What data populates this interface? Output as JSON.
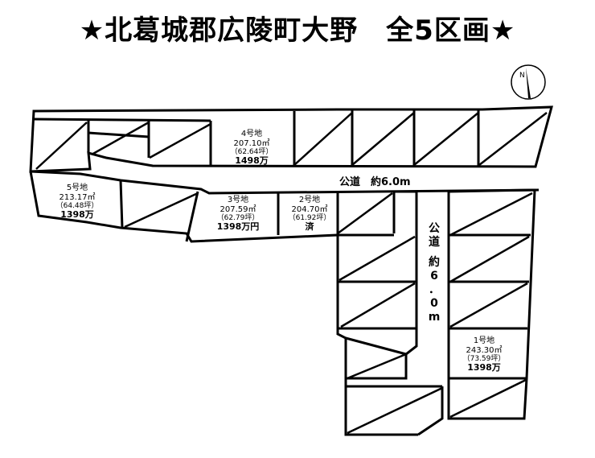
{
  "title": "★北葛城郡広陵町大野　全5区画★",
  "compass": {
    "label": "N",
    "icon": "north-arrow-icon"
  },
  "roads": {
    "horizontal": "公道　約6.0m",
    "vertical": [
      "公",
      "道",
      "",
      "約",
      "6",
      "．",
      "0",
      "m"
    ]
  },
  "lots": [
    {
      "id": "lot-1",
      "no": "1号地",
      "area": "243.30㎡",
      "tsubo": "（73.59坪）",
      "price": "1398万"
    },
    {
      "id": "lot-2",
      "no": "2号地",
      "area": "204.70㎡",
      "tsubo": "（61.92坪）",
      "price": "済"
    },
    {
      "id": "lot-3",
      "no": "3号地",
      "area": "207.59㎡",
      "tsubo": "（62.79坪）",
      "price": "1398万円"
    },
    {
      "id": "lot-4",
      "no": "4号地",
      "area": "207.10㎡",
      "tsubo": "（62.64坪）",
      "price": "1498万"
    },
    {
      "id": "lot-5",
      "no": "5号地",
      "area": "213.17㎡",
      "tsubo": "（64.48坪）",
      "price": "1398万"
    }
  ]
}
